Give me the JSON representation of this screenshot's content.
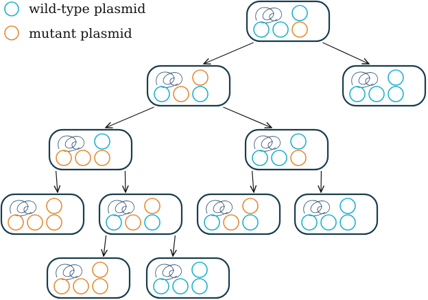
{
  "legend": {
    "wild_type_label": "wild-type plasmid",
    "mutant_label": "mutant plasmid"
  },
  "colors": {
    "wild_type": "#1ab2d0",
    "mutant": "#e8892e",
    "cell_outline": "#163c4b",
    "chromosome": "#3a5a78",
    "arrow": "#111111"
  },
  "cells": [
    {
      "id": "gen0",
      "plasmids": [
        "wild",
        "wild",
        "wild",
        "mutant"
      ]
    },
    {
      "id": "gen1-left",
      "plasmids": [
        "mutant",
        "wild",
        "mutant",
        "wild"
      ]
    },
    {
      "id": "gen1-right",
      "plasmids": [
        "wild",
        "wild",
        "wild",
        "wild"
      ]
    },
    {
      "id": "gen2-left",
      "plasmids": [
        "wild",
        "mutant",
        "mutant",
        "mutant"
      ]
    },
    {
      "id": "gen2-right",
      "plasmids": [
        "wild",
        "wild",
        "wild",
        "mutant"
      ]
    },
    {
      "id": "gen3-a",
      "plasmids": [
        "mutant",
        "mutant",
        "mutant",
        "mutant"
      ]
    },
    {
      "id": "gen3-b",
      "plasmids": [
        "mutant",
        "wild",
        "mutant",
        "wild"
      ]
    },
    {
      "id": "gen3-c",
      "plasmids": [
        "mutant",
        "wild",
        "mutant",
        "wild"
      ]
    },
    {
      "id": "gen3-d",
      "plasmids": [
        "wild",
        "wild",
        "wild",
        "wild"
      ]
    },
    {
      "id": "gen4-a",
      "plasmids": [
        "mutant",
        "mutant",
        "mutant",
        "mutant"
      ]
    },
    {
      "id": "gen4-b",
      "plasmids": [
        "wild",
        "wild",
        "wild",
        "wild"
      ]
    }
  ],
  "edges": [
    [
      "gen0",
      "gen1-left"
    ],
    [
      "gen0",
      "gen1-right"
    ],
    [
      "gen1-left",
      "gen2-left"
    ],
    [
      "gen1-left",
      "gen2-right"
    ],
    [
      "gen2-left",
      "gen3-a"
    ],
    [
      "gen2-left",
      "gen3-b"
    ],
    [
      "gen2-right",
      "gen3-c"
    ],
    [
      "gen2-right",
      "gen3-d"
    ],
    [
      "gen3-b",
      "gen4-a"
    ],
    [
      "gen3-b",
      "gen4-b"
    ]
  ]
}
